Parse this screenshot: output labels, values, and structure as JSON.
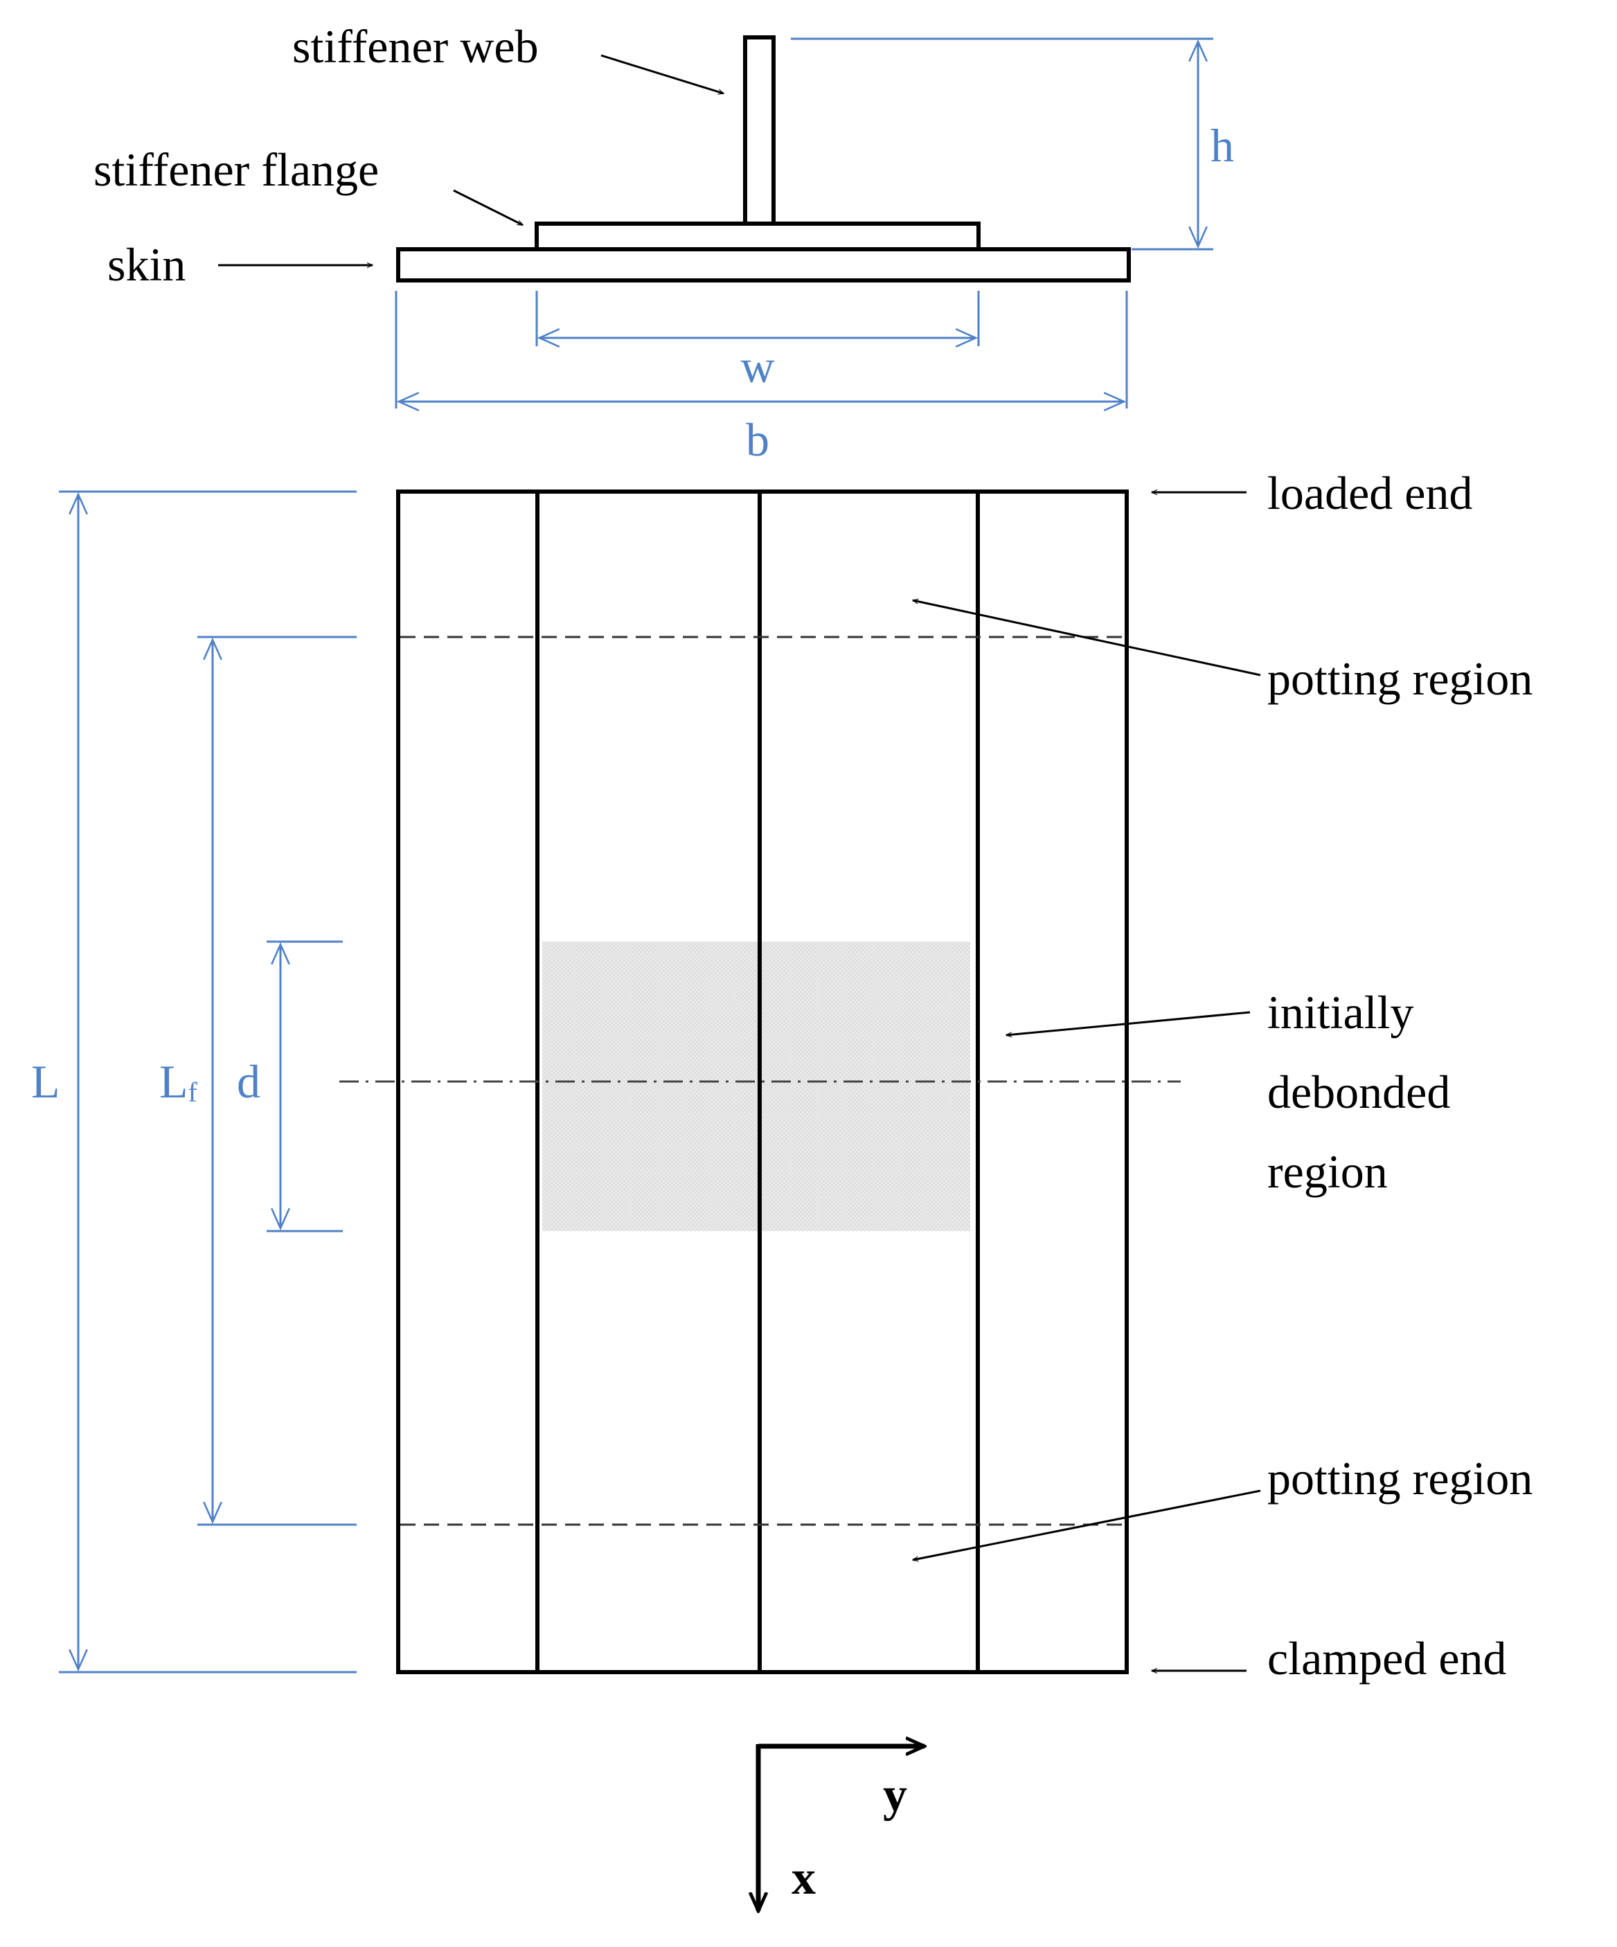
{
  "colors": {
    "dimension": "#4f81c7",
    "line": "#000000",
    "debond_fill": "#e4e4e4"
  },
  "cross_section": {
    "labels": {
      "stiffener_web": "stiffener web",
      "stiffener_flange": "stiffener flange",
      "skin": "skin"
    },
    "dimensions": {
      "height": "h",
      "flange_width": "w",
      "panel_width": "b"
    }
  },
  "plan_view": {
    "labels": {
      "loaded_end": "loaded end",
      "potting_region_top": "potting region",
      "debond_line1": "initially",
      "debond_line2": "debonded",
      "debond_line3": "region",
      "potting_region_bottom": "potting region",
      "clamped_end": "clamped end"
    },
    "dimensions": {
      "total_length": "L",
      "free_length_main": "L",
      "free_length_sub": "f",
      "debond_length": "d"
    }
  },
  "axes": {
    "x_label": "x",
    "y_label": "y"
  }
}
